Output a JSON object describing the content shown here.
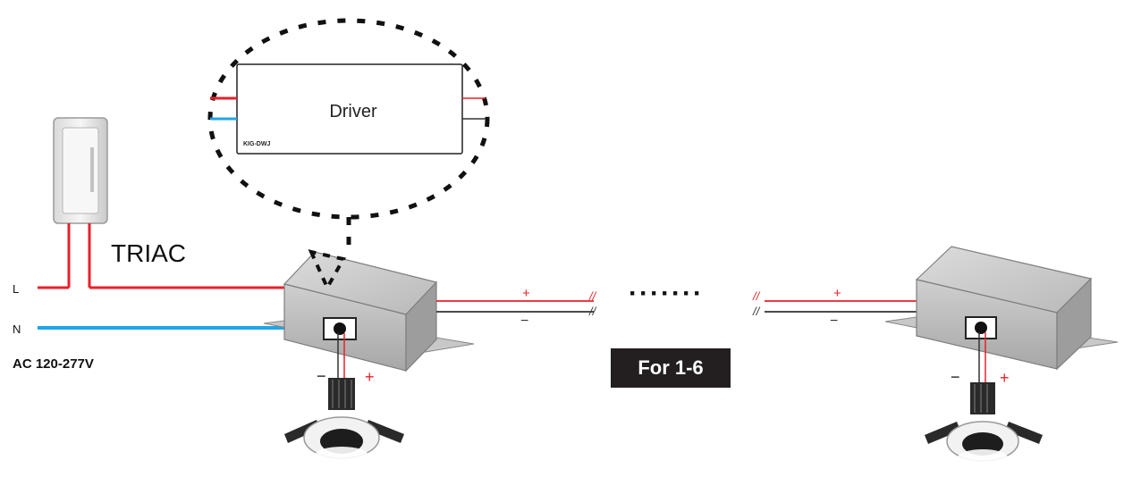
{
  "driver": {
    "title": "Driver",
    "model": "KIG-DWJ"
  },
  "dimmer": {
    "label": "TRIAC"
  },
  "power": {
    "line": "L",
    "neutral": "N",
    "voltage": "AC 120-277V"
  },
  "wiring": {
    "plus": "+",
    "minus": "−",
    "break_mark": "//",
    "ellipsis": "·······"
  },
  "badge": {
    "text": "For 1-6"
  },
  "colors": {
    "line_red": "#e8202a",
    "neutral_blue": "#1ea6e8",
    "dark_wire": "#333333",
    "badge_bg": "#231f20"
  }
}
